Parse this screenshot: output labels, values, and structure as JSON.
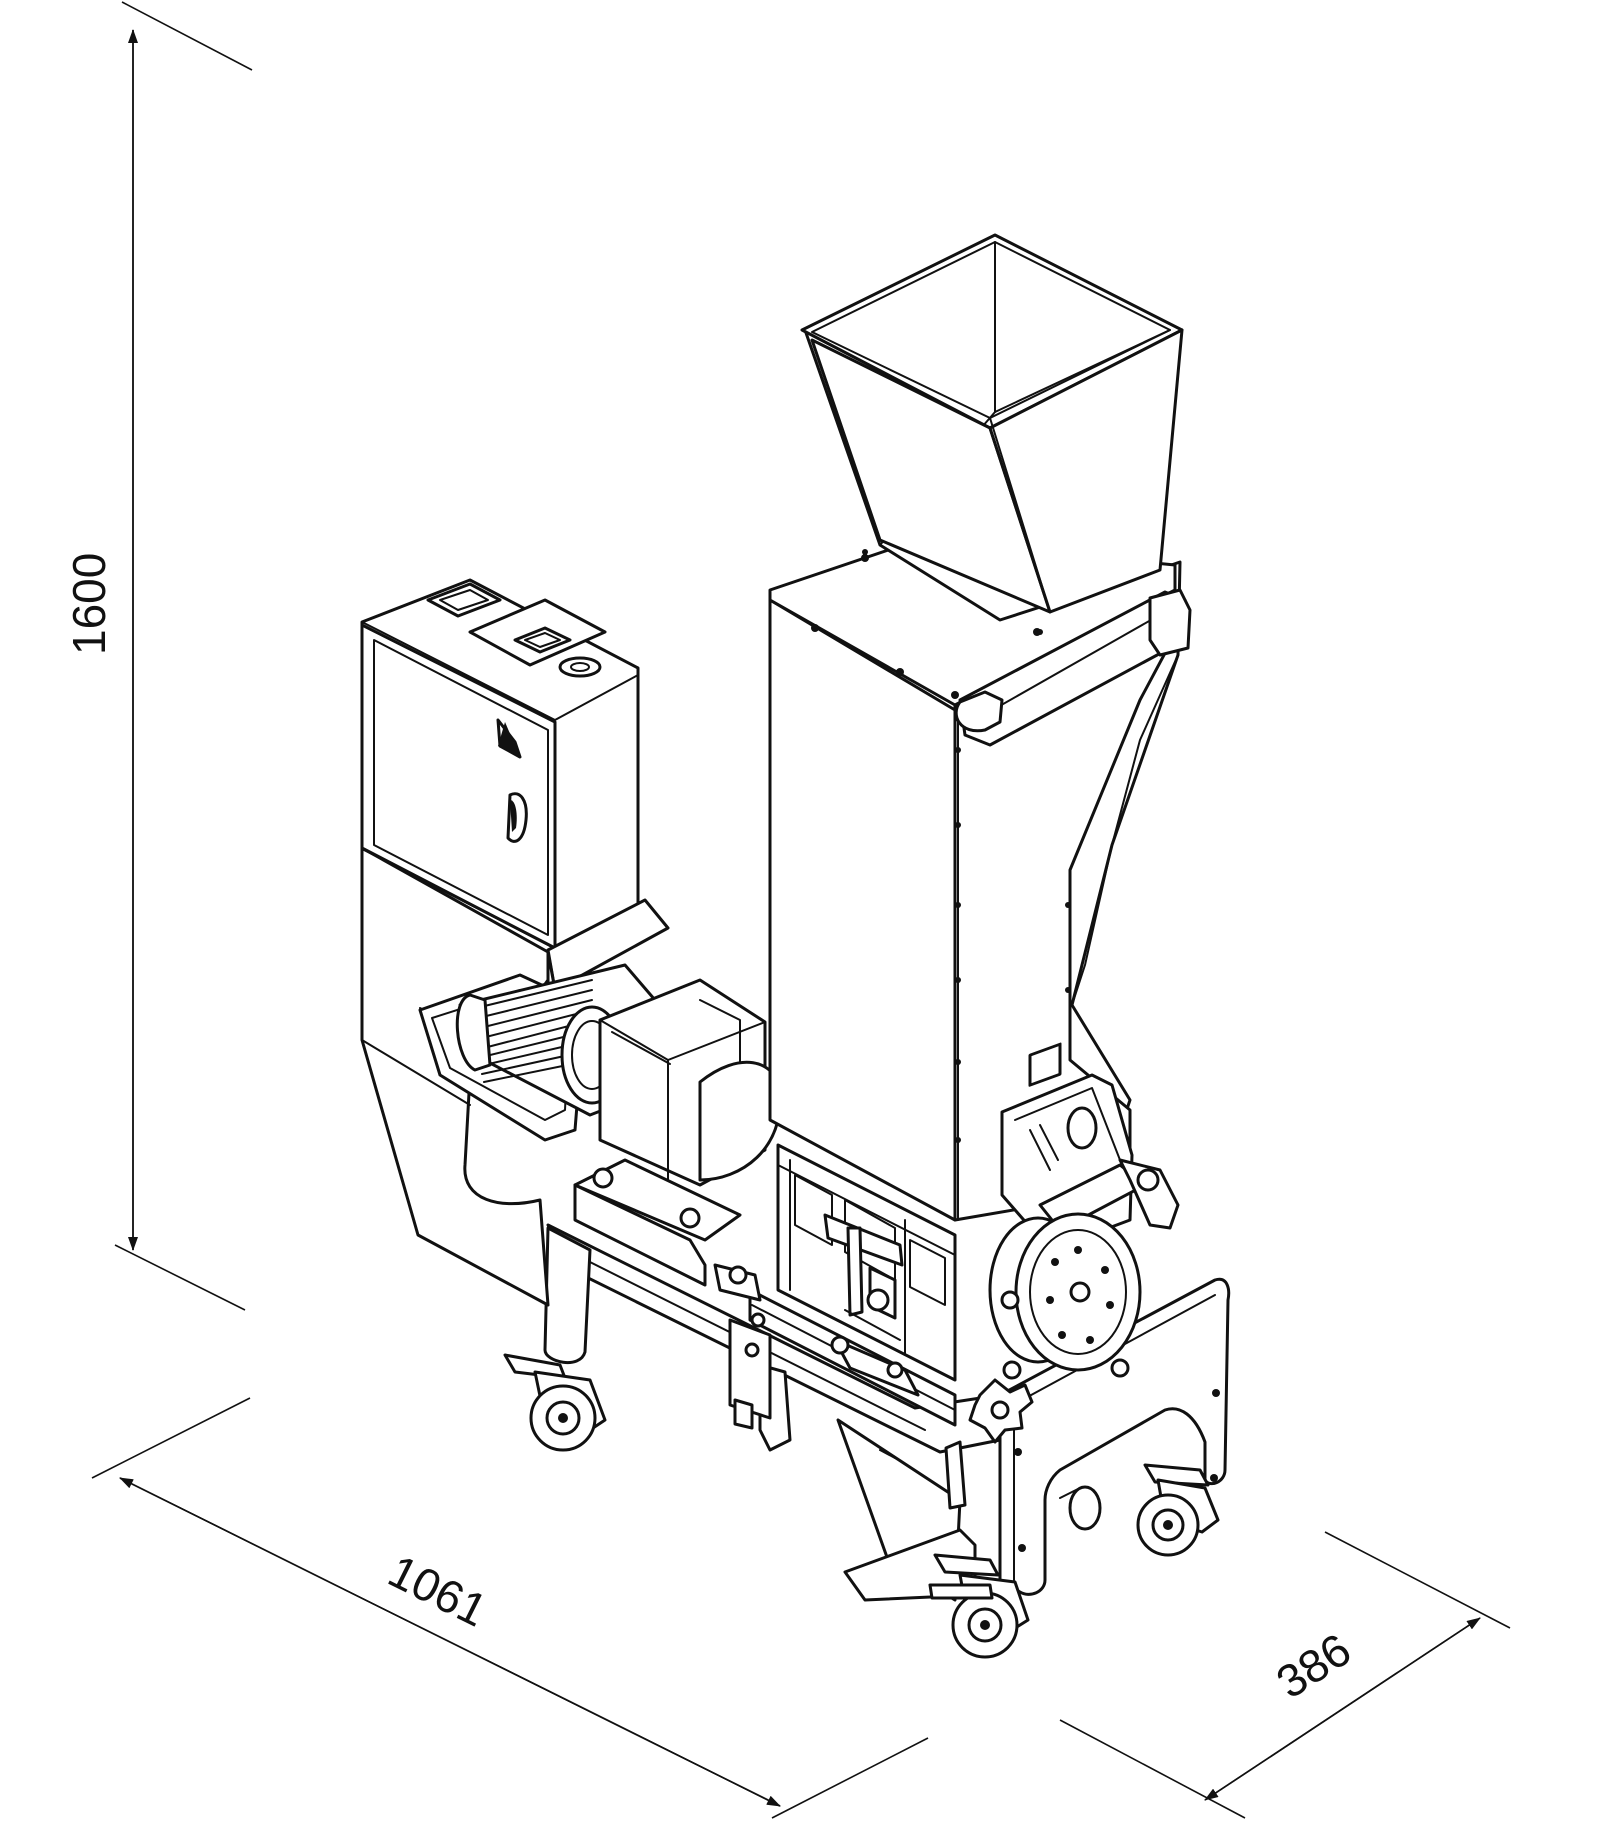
{
  "dimensions": {
    "height": "1600",
    "length": "1061",
    "width": "386"
  },
  "icons": {
    "warning": "warning-triangle-icon",
    "handle": "door-handle-icon"
  },
  "colors": {
    "line": "#111111",
    "background": "#ffffff"
  }
}
